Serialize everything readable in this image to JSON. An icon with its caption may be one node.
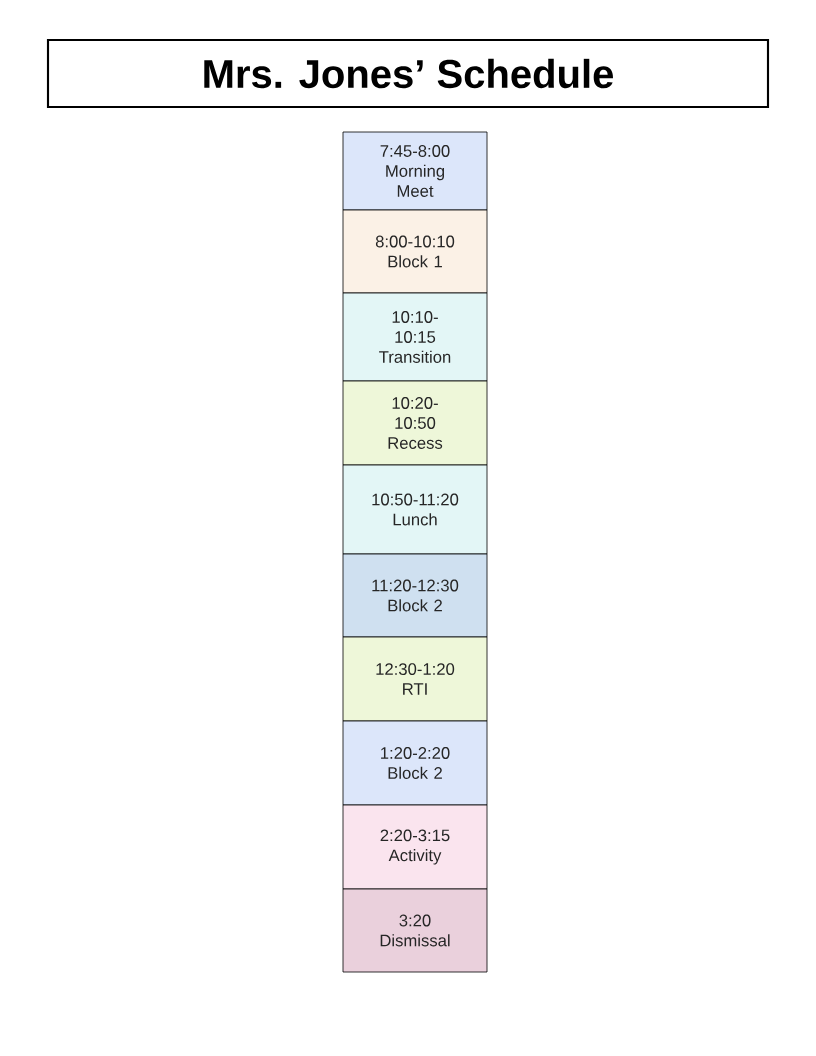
{
  "diagram": {
    "nodes": [
      {
        "text": [
          "Mrs. Jones’ Schedule"
        ]
      },
      {
        "text": [
          "7:45-8:00",
          "Morning Meet"
        ]
      },
      {
        "text": [
          "8:00-10:10",
          "Block 1"
        ]
      },
      {
        "text": [
          "10:10-10:15",
          "Transition"
        ]
      },
      {
        "text": [
          "10:20-10:50",
          "Recess"
        ]
      },
      {
        "text": [
          "10:50-11:20",
          "Lunch"
        ]
      },
      {
        "text": [
          "11:20-12:30",
          "Block 2"
        ]
      },
      {
        "text": [
          "12:30-1:20",
          "RTI"
        ]
      },
      {
        "text": [
          "1:20-2:20",
          "Block 2"
        ]
      },
      {
        "text": [
          "2:20-3:15",
          "Activity"
        ]
      },
      {
        "text": [
          "3:20",
          "Dismissal"
        ]
      }
    ]
  }
}
